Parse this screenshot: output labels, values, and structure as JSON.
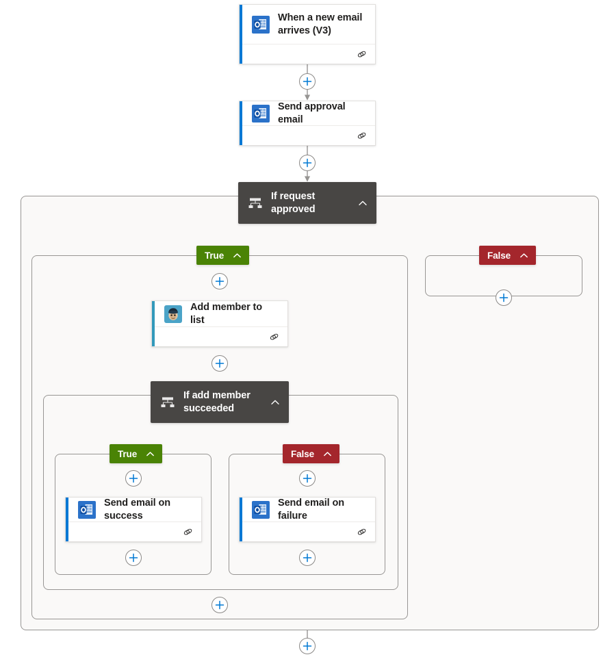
{
  "flow": {
    "title": "Power Automate flow designer canvas",
    "colors": {
      "accent_blue": "#0078d4",
      "accent_teal": "#3399bb",
      "condition_bg": "#484644",
      "true_green": "#4a8305",
      "false_red": "#a4262c",
      "edge_gray": "#979593",
      "scope_bg": "#faf9f8",
      "card_bg": "#ffffff"
    },
    "nodes": [
      {
        "id": "trigger",
        "type": "action-card",
        "title": "When a new email arrives (V3)",
        "icon": "outlook-icon",
        "accent": "#0078d4",
        "footer_icon": "link-icon"
      },
      {
        "id": "send-approval",
        "type": "action-card",
        "title": "Send approval email",
        "icon": "outlook-icon",
        "accent": "#0078d4",
        "footer_icon": "link-icon"
      },
      {
        "id": "if-request-approved",
        "type": "condition",
        "title": "If request approved",
        "icon": "condition-icon",
        "chevron": "chevron-up-icon"
      },
      {
        "id": "add-member",
        "type": "action-card",
        "title": "Add member to list",
        "icon": "mailchimp-icon",
        "accent": "#3399bb",
        "footer_icon": "link-icon"
      },
      {
        "id": "if-add-member-succeeded",
        "type": "condition",
        "title": "If add member succeeded",
        "icon": "condition-icon",
        "chevron": "chevron-up-icon"
      },
      {
        "id": "send-success",
        "type": "action-card",
        "title": "Send email on success",
        "icon": "outlook-icon",
        "accent": "#0078d4",
        "footer_icon": "link-icon"
      },
      {
        "id": "send-failure",
        "type": "action-card",
        "title": "Send email on failure",
        "icon": "outlook-icon",
        "accent": "#0078d4",
        "footer_icon": "link-icon"
      }
    ],
    "branches": [
      {
        "id": "outer-true",
        "label": "True",
        "kind": "true",
        "chevron": "chevron-up-icon"
      },
      {
        "id": "outer-false",
        "label": "False",
        "kind": "false",
        "chevron": "chevron-up-icon"
      },
      {
        "id": "inner-true",
        "label": "True",
        "kind": "true",
        "chevron": "chevron-up-icon"
      },
      {
        "id": "inner-false",
        "label": "False",
        "kind": "false",
        "chevron": "chevron-up-icon"
      }
    ],
    "insert_buttons": [
      {
        "id": "insert-after-trigger",
        "label": "+"
      },
      {
        "id": "insert-after-send-approval",
        "label": "+"
      },
      {
        "id": "insert-outer-false-branch",
        "label": "+"
      },
      {
        "id": "insert-outer-true-branch",
        "label": "+"
      },
      {
        "id": "insert-after-add-member",
        "label": "+"
      },
      {
        "id": "insert-inner-true-branch",
        "label": "+"
      },
      {
        "id": "insert-inner-false-branch",
        "label": "+"
      },
      {
        "id": "insert-after-send-success",
        "label": "+"
      },
      {
        "id": "insert-after-send-failure",
        "label": "+"
      },
      {
        "id": "insert-end-of-true-scope",
        "label": "+"
      },
      {
        "id": "insert-end-of-flow",
        "label": "+"
      }
    ]
  }
}
